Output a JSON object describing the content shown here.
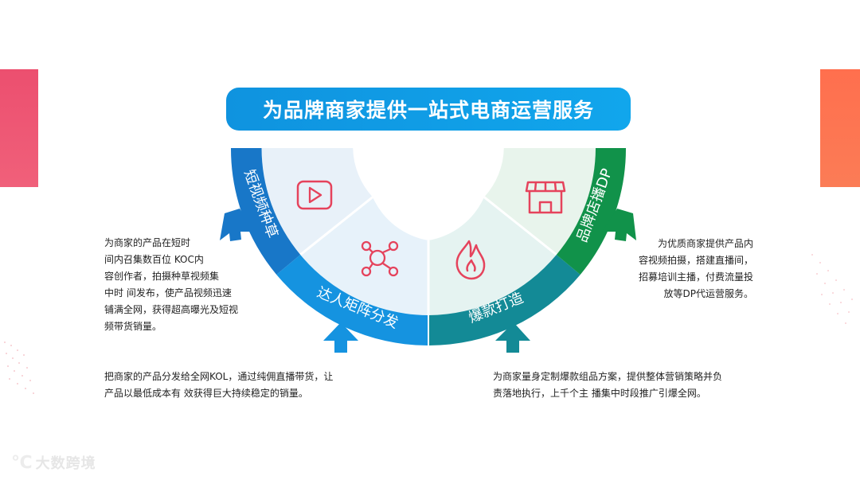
{
  "title": "为品牌商家提供一站式电商运营服务",
  "segments": [
    {
      "label": "短视频种草",
      "color": "#1877c8",
      "icon": "play-video-icon"
    },
    {
      "label": "达人矩阵分发",
      "color": "#1593e0",
      "icon": "network-nodes-icon"
    },
    {
      "label": "爆款打造",
      "color": "#138a96",
      "icon": "flame-icon"
    },
    {
      "label": "品牌店播DP",
      "color": "#11924a",
      "icon": "storefront-icon"
    }
  ],
  "descriptions": {
    "short_video": [
      "为商家的产品在短时",
      "间内召集数百位 KOC内",
      "容创作者，拍摄种草视频集",
      "中时 间发布，使产品视频迅速",
      "铺满全网，获得超高曝光及短视",
      "频带货销量。"
    ],
    "brand_store": [
      "为优质商家提供产品内",
      "容视频拍摄，搭建直播间，",
      "招募培训主播，付费流量投",
      "放等DP代运营服务。"
    ],
    "influencer": [
      "把商家的产品分发给全网KOL，通过纯佣直播带货，让",
      "产品以最低成本有 效获得巨大持续稳定的销量。"
    ],
    "hot_product": [
      "为商家量身定制爆款组品方案，提供整体营销策略并负",
      "责落地执行，上千个主 播集中时段推广引爆全网。"
    ]
  },
  "logo_text": "大数跨境",
  "colors": {
    "accent_blue": "#1593e0",
    "icon_red": "#e5435c",
    "left_bar": "#ec4f6f",
    "right_bar": "#ff6f4e"
  }
}
